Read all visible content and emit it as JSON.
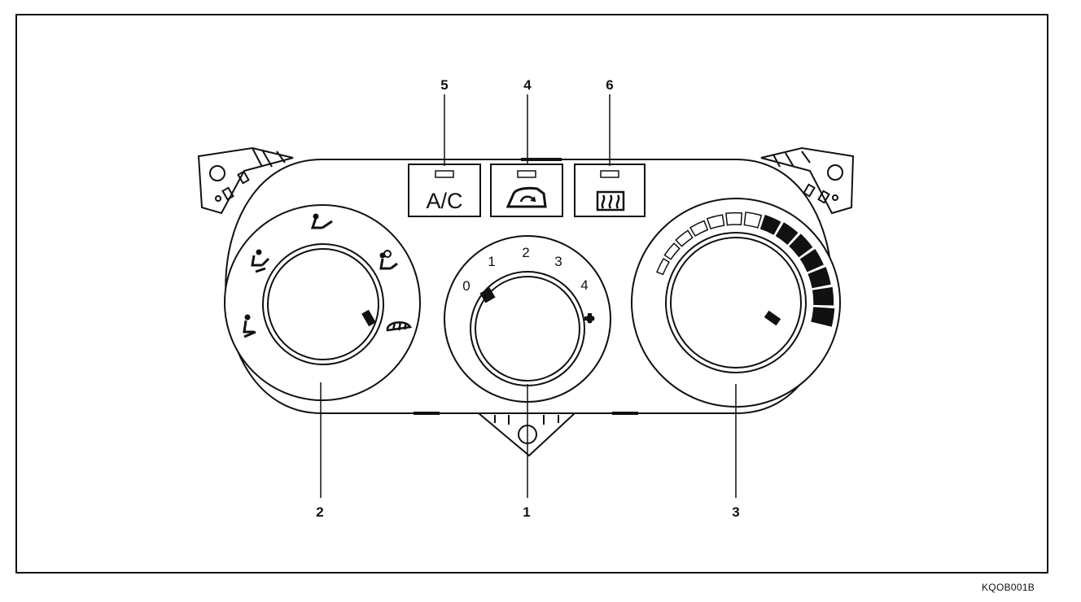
{
  "callouts": {
    "c1": "1",
    "c2": "2",
    "c3": "3",
    "c4": "4",
    "c5": "5",
    "c6": "6"
  },
  "buttons": {
    "ac_label": "A/C"
  },
  "fan_scale": [
    "0",
    "1",
    "2",
    "3",
    "4"
  ],
  "figure_code": "KQOB001B",
  "icons": {
    "recirc": "air-recirculation-icon",
    "rear_defrost": "rear-defrost-icon",
    "fan": "fan-icon",
    "mode_face": "face-vent-icon",
    "mode_bilevel": "bilevel-vent-icon",
    "mode_floor": "floor-vent-icon",
    "mode_floor_defrost": "floor-defrost-vent-icon",
    "mode_defrost": "windshield-defrost-icon"
  }
}
